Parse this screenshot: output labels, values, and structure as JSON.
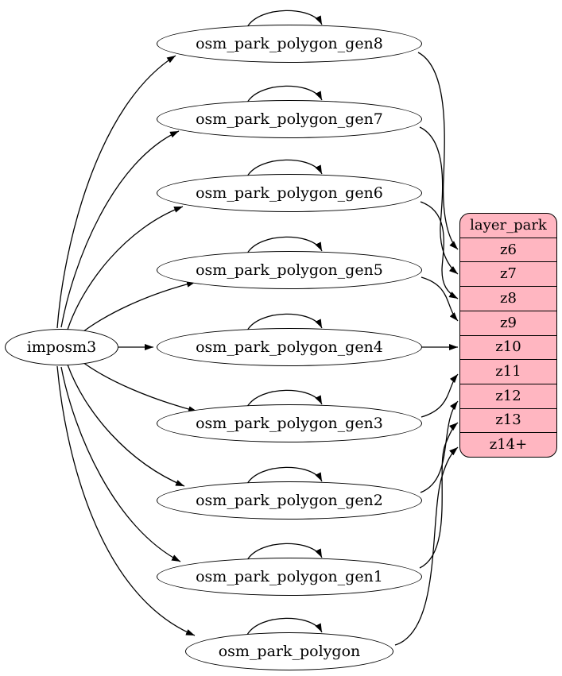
{
  "diagram": {
    "kind": "graphviz-dependency-graph",
    "background_color": "#ffffff",
    "edge_color": "#000000",
    "node_fill": "#ffffff",
    "node_stroke": "#000000",
    "source": {
      "label": "imposm3"
    },
    "generalized_tables": [
      {
        "label": "osm_park_polygon_gen8",
        "from": "imposm3",
        "self_loop": true,
        "to_zoom_row": "z6"
      },
      {
        "label": "osm_park_polygon_gen7",
        "from": "imposm3",
        "self_loop": true,
        "to_zoom_row": "z7"
      },
      {
        "label": "osm_park_polygon_gen6",
        "from": "imposm3",
        "self_loop": true,
        "to_zoom_row": "z8"
      },
      {
        "label": "osm_park_polygon_gen5",
        "from": "imposm3",
        "self_loop": true,
        "to_zoom_row": "z9"
      },
      {
        "label": "osm_park_polygon_gen4",
        "from": "imposm3",
        "self_loop": true,
        "to_zoom_row": "z10"
      },
      {
        "label": "osm_park_polygon_gen3",
        "from": "imposm3",
        "self_loop": true,
        "to_zoom_row": "z11"
      },
      {
        "label": "osm_park_polygon_gen2",
        "from": "imposm3",
        "self_loop": true,
        "to_zoom_row": "z12"
      },
      {
        "label": "osm_park_polygon_gen1",
        "from": "imposm3",
        "self_loop": true,
        "to_zoom_row": "z13"
      },
      {
        "label": "osm_park_polygon",
        "from": "imposm3",
        "self_loop": true,
        "to_zoom_row": "z14+"
      }
    ],
    "layer_record": {
      "title": "layer_park",
      "rows": [
        "z6",
        "z7",
        "z8",
        "z9",
        "z10",
        "z11",
        "z12",
        "z13",
        "z14+"
      ],
      "fill_color": "#ffb6c1",
      "border_color": "#000000"
    }
  }
}
